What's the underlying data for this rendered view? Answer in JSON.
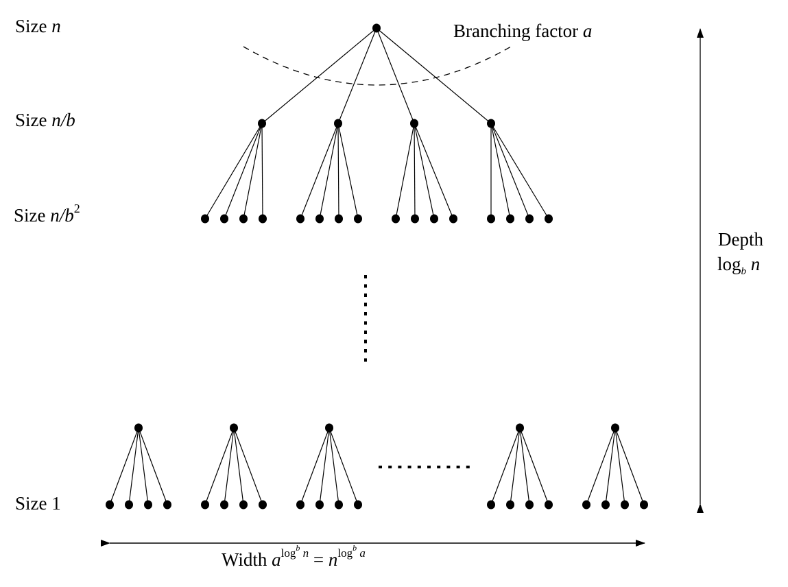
{
  "levels": [
    {
      "prefix": "Size",
      "math": "n",
      "sup": ""
    },
    {
      "prefix": "Size",
      "math": "n/b",
      "sup": ""
    },
    {
      "prefix": "Size",
      "math": "n/b",
      "sup": "2"
    },
    {
      "prefix": "Size",
      "math": "1",
      "sup": ""
    }
  ],
  "branching": {
    "text": "Branching factor",
    "math": "a"
  },
  "depth": {
    "title": "Depth",
    "log": "log",
    "base": "b",
    "arg": "n"
  },
  "width": {
    "text": "Width",
    "lhs_base": "a",
    "lhs_log": "log",
    "lhs_sub": "b",
    "lhs_arg": "n",
    "equals": "=",
    "rhs_base": "n",
    "rhs_log": "log",
    "rhs_sub": "b",
    "rhs_arg": "a"
  },
  "tree": {
    "branching_factor": 4,
    "visible_bottom_subtrees": 5
  }
}
